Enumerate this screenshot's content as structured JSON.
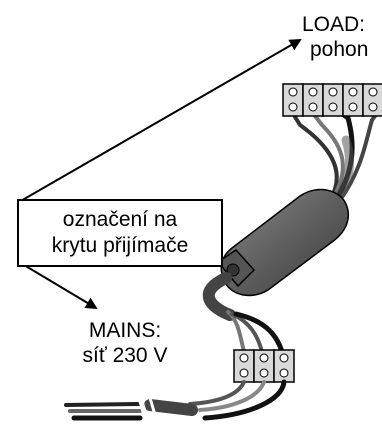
{
  "labels": {
    "load_line1": "LOAD:",
    "load_line2": "pohon",
    "box_line1": "označení na",
    "box_line2": "krytu přijímače",
    "mains_line1": "MAINS:",
    "mains_line2": "síť 230 V"
  },
  "colors": {
    "line": "#000000",
    "receiver_body": "#6b6b6b",
    "wire_brown": "#5a5a5a",
    "wire_blue": "#9a9a9a",
    "wire_black": "#111111",
    "terminal_block": "#d9d9d9"
  }
}
